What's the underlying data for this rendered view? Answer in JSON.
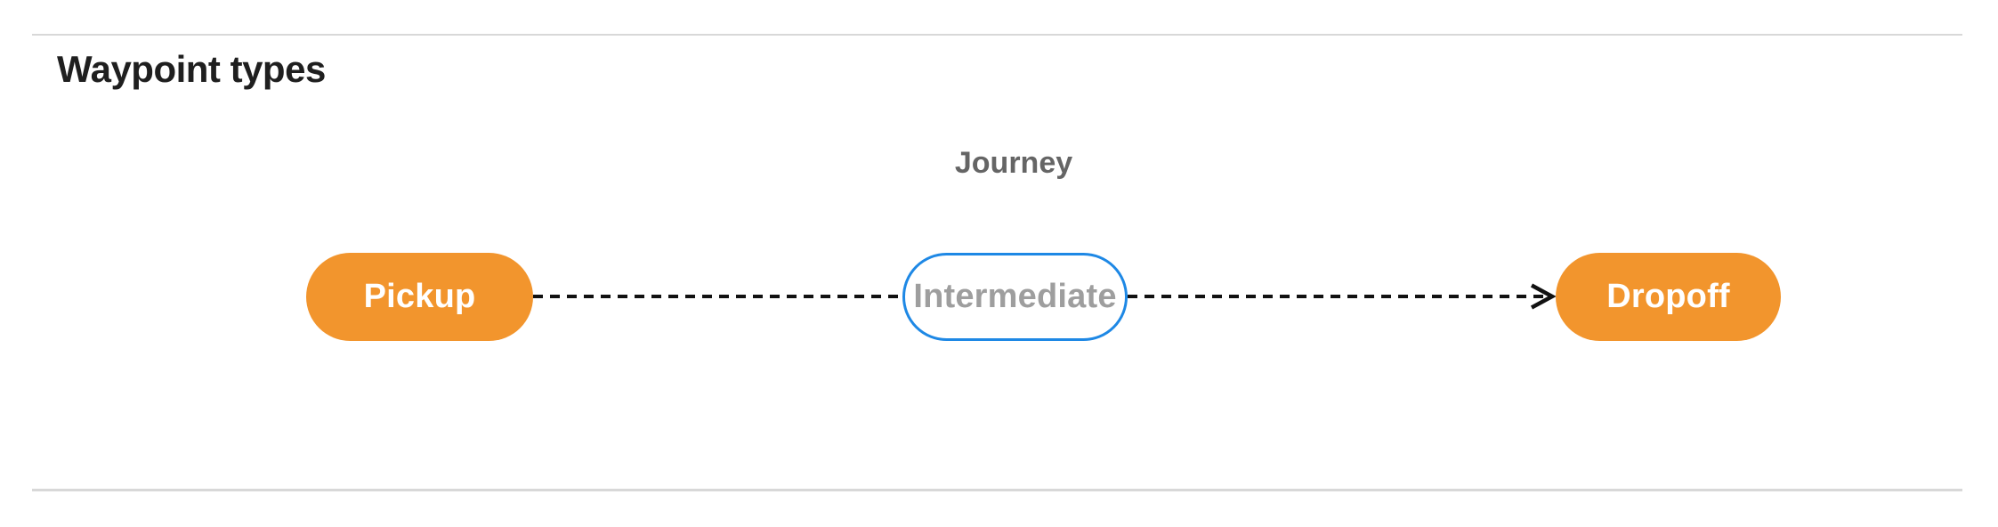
{
  "section": {
    "title": "Waypoint types",
    "divider_color": "#D8D8D8",
    "background": "#FFFFFF"
  },
  "diagram": {
    "title": "Journey",
    "title_color": "#656565",
    "nodes": [
      {
        "id": "pickup",
        "label": "Pickup",
        "style": "solid-orange",
        "fill": "#F2952D",
        "text_color": "#FFFFFF"
      },
      {
        "id": "intermediate",
        "label": "Intermediate",
        "style": "outlined-blue",
        "fill": "#FFFFFF",
        "border_color": "#1E88E5",
        "text_color": "#9E9E9E"
      },
      {
        "id": "dropoff",
        "label": "Dropoff",
        "style": "solid-orange",
        "fill": "#F2952D",
        "text_color": "#FFFFFF"
      }
    ],
    "edges": [
      {
        "from": "pickup",
        "to": "intermediate",
        "style": "dashed",
        "color": "#111111",
        "arrowhead": false
      },
      {
        "from": "intermediate",
        "to": "dropoff",
        "style": "dashed",
        "color": "#111111",
        "arrowhead": true
      }
    ]
  }
}
